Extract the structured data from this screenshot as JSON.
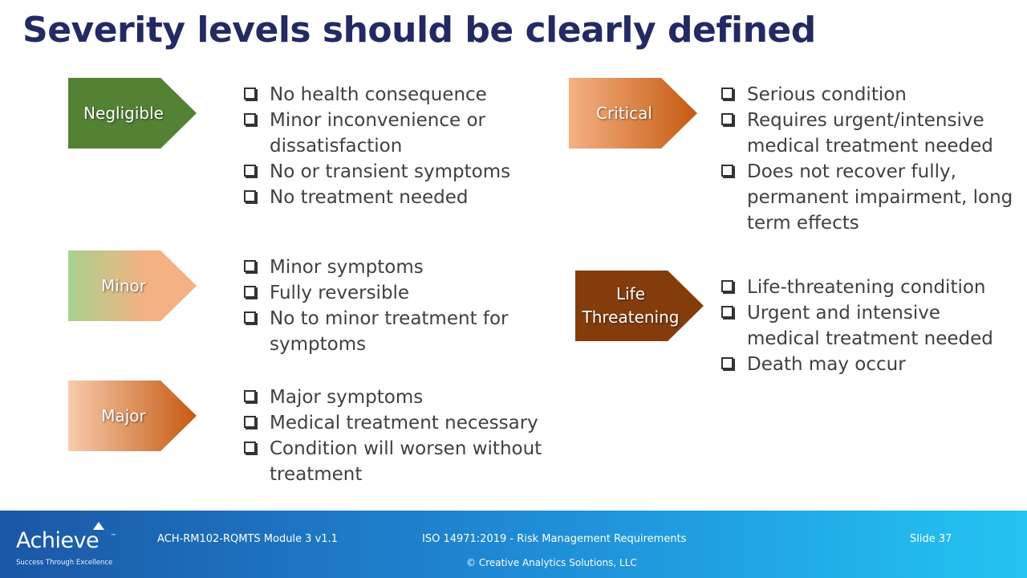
{
  "slide": {
    "title": "Severity levels should be clearly defined"
  },
  "levels": [
    {
      "label": "Negligible",
      "bullets": [
        "No health consequence",
        "Minor inconvenience or dissatisfaction",
        "No or transient symptoms",
        "No treatment needed"
      ]
    },
    {
      "label": "Minor",
      "bullets": [
        "Minor symptoms",
        "Fully reversible",
        "No to minor treatment for symptoms"
      ]
    },
    {
      "label": "Major",
      "bullets": [
        "Major symptoms",
        "Medical treatment necessary",
        "Condition will worsen without treatment"
      ]
    },
    {
      "label": "Critical",
      "bullets": [
        "Serious condition",
        "Requires urgent/intensive medical treatment needed",
        "Does not recover fully, permanent impairment, long term effects"
      ]
    },
    {
      "label_line1": "Life",
      "label_line2": "Threatening",
      "bullets": [
        "Life-threatening condition",
        "Urgent and intensive medical treatment needed",
        "Death may occur"
      ]
    }
  ],
  "colors": {
    "title": "#232a63",
    "negligible": "#548235",
    "minor_start": "#a9d18e",
    "minor_end": "#f4b183",
    "major_start": "#f8cbad",
    "major_end": "#c55a11",
    "critical_start": "#f4b183",
    "critical_end": "#c55a11",
    "life_threatening": "#843c0c"
  },
  "footer": {
    "brand": "Achieve",
    "trademark": "™",
    "tagline": "Success Through Excellence",
    "module": "ACH-RM102-RQMTS Module 3 v1.1",
    "course": "ISO 14971:2019 - Risk Management Requirements",
    "slide_number": "Slide 37",
    "copyright": "© Creative Analytics Solutions, LLC"
  }
}
